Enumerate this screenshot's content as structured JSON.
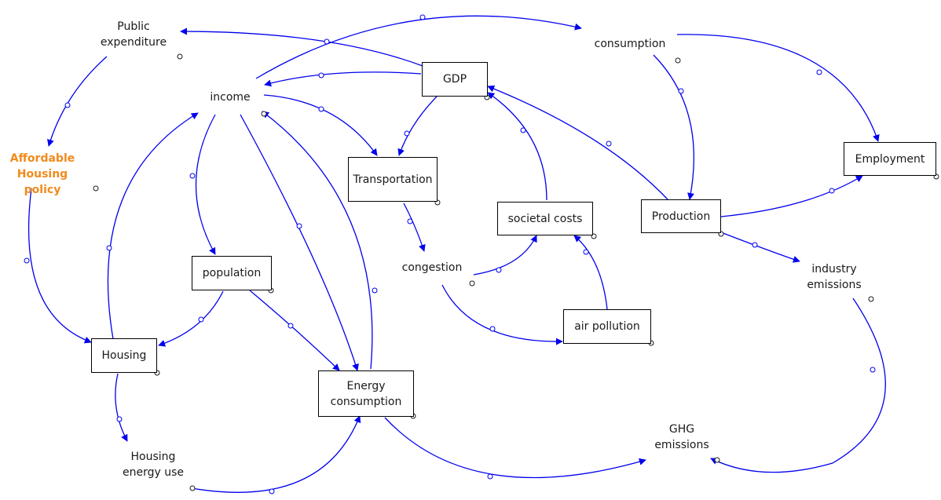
{
  "nodes": {
    "public_expenditure": "Public\nexpenditure",
    "consumption": "consumption",
    "income": "income",
    "gdp": "GDP",
    "affordable_housing_policy": "Affordable\nHousing policy",
    "transportation": "Transportation",
    "societal_costs": "societal costs",
    "production": "Production",
    "employment": "Employment",
    "population": "population",
    "congestion": "congestion",
    "industry_emissions": "industry\nemissions",
    "air_pollution": "air pollution",
    "housing": "Housing",
    "energy_consumption": "Energy\nconsumption",
    "ghg_emissions": "GHG\nemissions",
    "housing_energy_use": "Housing\nenergy use"
  },
  "colors": {
    "link": "#0000ee",
    "policy": "#f08a1c",
    "text": "#1a1a1a"
  }
}
